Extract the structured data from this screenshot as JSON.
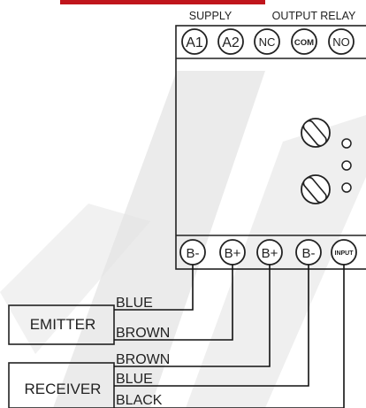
{
  "colors": {
    "accent_bar": "#c0151c",
    "line": "#222222",
    "watermark": "#e3e3e3"
  },
  "header": {
    "supply_label": "SUPPLY",
    "output_relay_label": "OUTPUT RELAY"
  },
  "top_terminals": [
    "A1",
    "A2",
    "NC",
    "COM",
    "NO"
  ],
  "bottom_terminals": [
    "B-",
    "B+",
    "B+",
    "B-",
    "INPUT"
  ],
  "emitter": {
    "label": "EMITTER",
    "wires": [
      "BLUE",
      "BROWN"
    ]
  },
  "receiver": {
    "label": "RECEIVER",
    "wires": [
      "BROWN",
      "BLUE",
      "BLACK"
    ]
  },
  "knob_icons": [
    "adjust-knob-icon",
    "adjust-knob-icon"
  ],
  "led_icons": [
    "led-icon",
    "led-icon",
    "led-icon"
  ]
}
